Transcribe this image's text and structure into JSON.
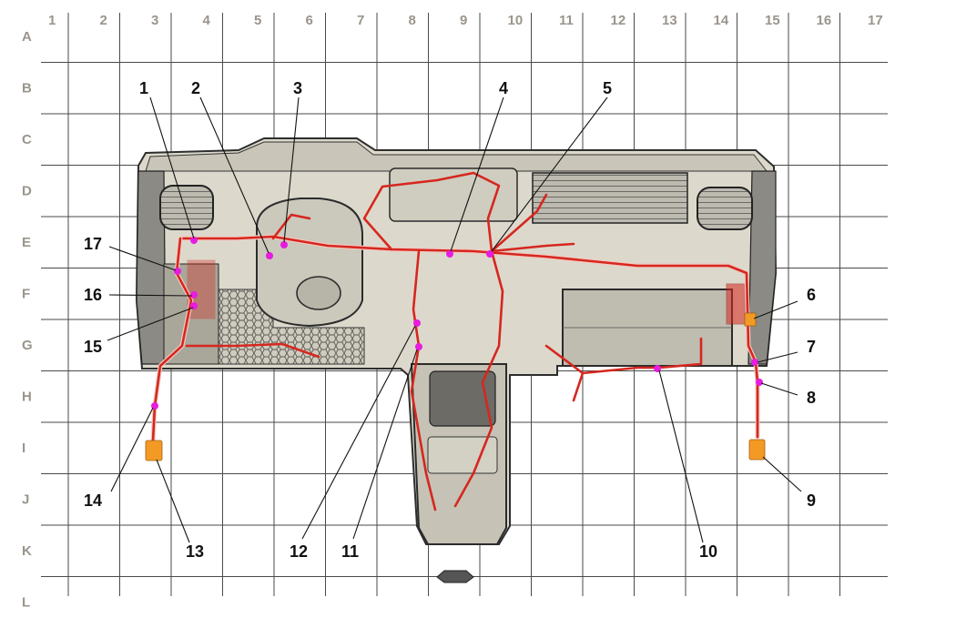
{
  "columns": [
    "1",
    "2",
    "3",
    "4",
    "5",
    "6",
    "7",
    "8",
    "9",
    "10",
    "11",
    "12",
    "13",
    "14",
    "15",
    "16",
    "17"
  ],
  "rows": [
    "A",
    "B",
    "C",
    "D",
    "E",
    "F",
    "G",
    "H",
    "I",
    "J",
    "K",
    "L"
  ],
  "callouts": [
    {
      "id": "1",
      "label": "1"
    },
    {
      "id": "2",
      "label": "2"
    },
    {
      "id": "3",
      "label": "3"
    },
    {
      "id": "4",
      "label": "4"
    },
    {
      "id": "5",
      "label": "5"
    },
    {
      "id": "6",
      "label": "6"
    },
    {
      "id": "7",
      "label": "7"
    },
    {
      "id": "8",
      "label": "8"
    },
    {
      "id": "9",
      "label": "9"
    },
    {
      "id": "10",
      "label": "10"
    },
    {
      "id": "11",
      "label": "11"
    },
    {
      "id": "12",
      "label": "12"
    },
    {
      "id": "13",
      "label": "13"
    },
    {
      "id": "14",
      "label": "14"
    },
    {
      "id": "15",
      "label": "15"
    },
    {
      "id": "16",
      "label": "16"
    },
    {
      "id": "17",
      "label": "17"
    }
  ],
  "colors": {
    "grid": "#4a4a4a",
    "grid_label": "#9a958c",
    "dashboard_fill": "#d8d5c8",
    "dashboard_dark": "#3c3c3c",
    "harness": "#d6271f",
    "connector_pink": "#e81ce0",
    "connector_orange": "#f39a25"
  }
}
